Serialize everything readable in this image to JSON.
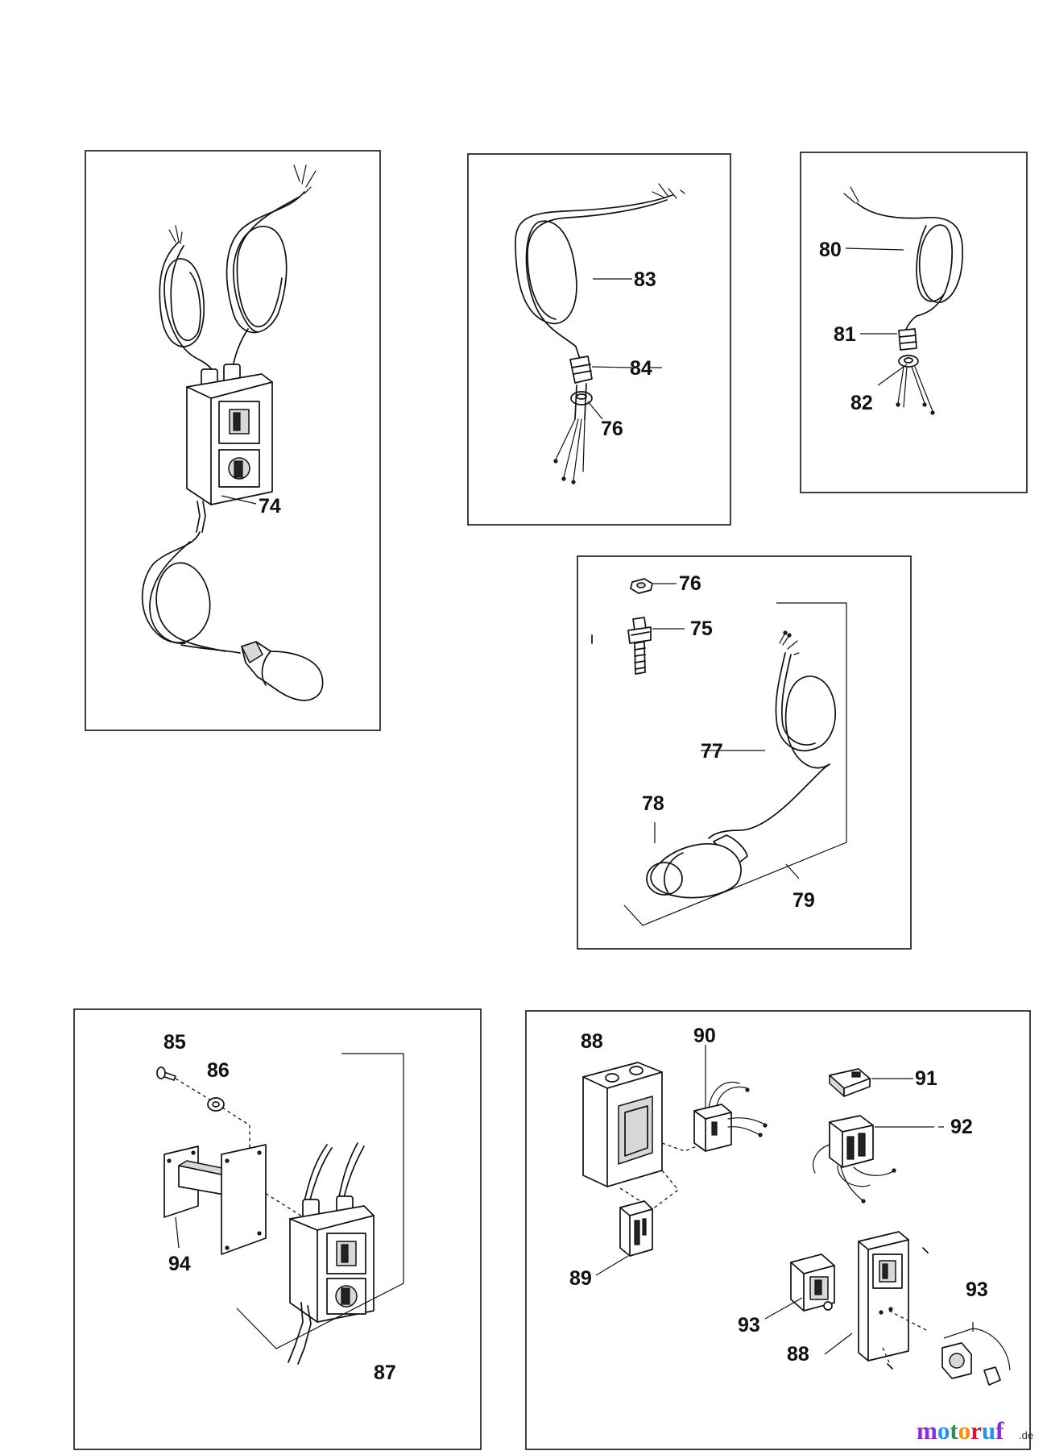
{
  "brand": {
    "name": "motoruf",
    "suffix": ".de",
    "colors": {
      "m": "#8a2be2",
      "o1": "#1e90ff",
      "t": "#2e8b57",
      "o2": "#ff8c00",
      "r": "#dc143c",
      "u": "#1e90ff",
      "f": "#8a2be2",
      "suffix": "#333333"
    }
  },
  "panels": [
    {
      "id": "control-box-assembly",
      "parts": [
        "74"
      ]
    },
    {
      "id": "cable-assembly-a",
      "parts": [
        "83",
        "84",
        "76"
      ]
    },
    {
      "id": "cable-assembly-b",
      "parts": [
        "80",
        "81",
        "82"
      ]
    },
    {
      "id": "float-switch-assembly",
      "parts": [
        "76",
        "75",
        "77",
        "78",
        "79"
      ]
    },
    {
      "id": "wall-mount-assembly",
      "parts": [
        "85",
        "86",
        "94",
        "87"
      ]
    },
    {
      "id": "switch-box-exploded",
      "parts": [
        "88",
        "90",
        "91",
        "92",
        "89",
        "93",
        "93",
        "88"
      ]
    }
  ]
}
